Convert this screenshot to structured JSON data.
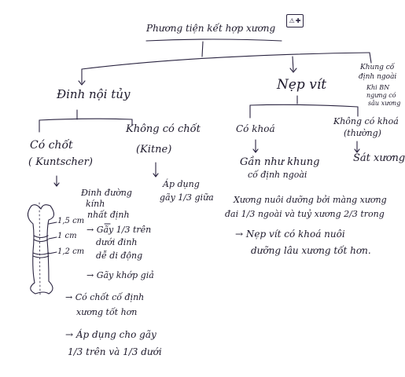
{
  "title": "Phương tiện kết hợp xương",
  "root_badge": {
    "left": "⚠",
    "right": "✚",
    "left_icon": "warning-icon",
    "right_icon": "plus-icon"
  },
  "left_branch": {
    "title": "Đinh nội tủy",
    "sub_a": {
      "line1": "Có chốt",
      "line2": "( Kuntscher)"
    },
    "sub_b": {
      "line1": "Không có chốt",
      "line2": "(Kitne)"
    },
    "sub_b_note": {
      "line1": "Áp dụng",
      "line2": "gãy 1/3 giữa"
    },
    "bone_measures": [
      "1,5 cm",
      "1 cm",
      "1,2 cm"
    ],
    "bone_notes": {
      "a1": "Đinh đường",
      "a2": "kính",
      "a3": "nhất định",
      "b1": "→ Gãy 1/3 trên",
      "b2": "dưới đinh",
      "b3": "dễ di động",
      "c1": "→ Gãy khớp giả"
    },
    "bottom_notes": {
      "l1": "→ Có chốt cố định",
      "l2": "xương tốt hơn",
      "l3": "→ Áp dụng cho gãy",
      "l4": "1/3 trên và 1/3 dưới"
    }
  },
  "right_branch": {
    "title": "Nẹp vít",
    "top_note": {
      "l1": "Khung cố",
      "l2": "định ngoài",
      "l3": "Khi BN",
      "l4": "ngưng có",
      "l5": "sâu xương"
    },
    "sub_a": {
      "line1": "Có khoá"
    },
    "sub_a_note": {
      "line1": "Gần như khung",
      "line2": "cố định ngoài"
    },
    "sub_b": {
      "line1": "Không có khoá",
      "line2": "(thường)"
    },
    "sub_b_note": {
      "line1": "Sát xương"
    },
    "para": {
      "l1": "Xương nuôi dưỡng bởi màng xương",
      "l2": "đai 1/3 ngoài và tuỷ xương 2/3 trong",
      "l3": "→ Nẹp vít có khoá nuôi",
      "l4": "dưỡng lâu xương tốt hơn."
    }
  }
}
